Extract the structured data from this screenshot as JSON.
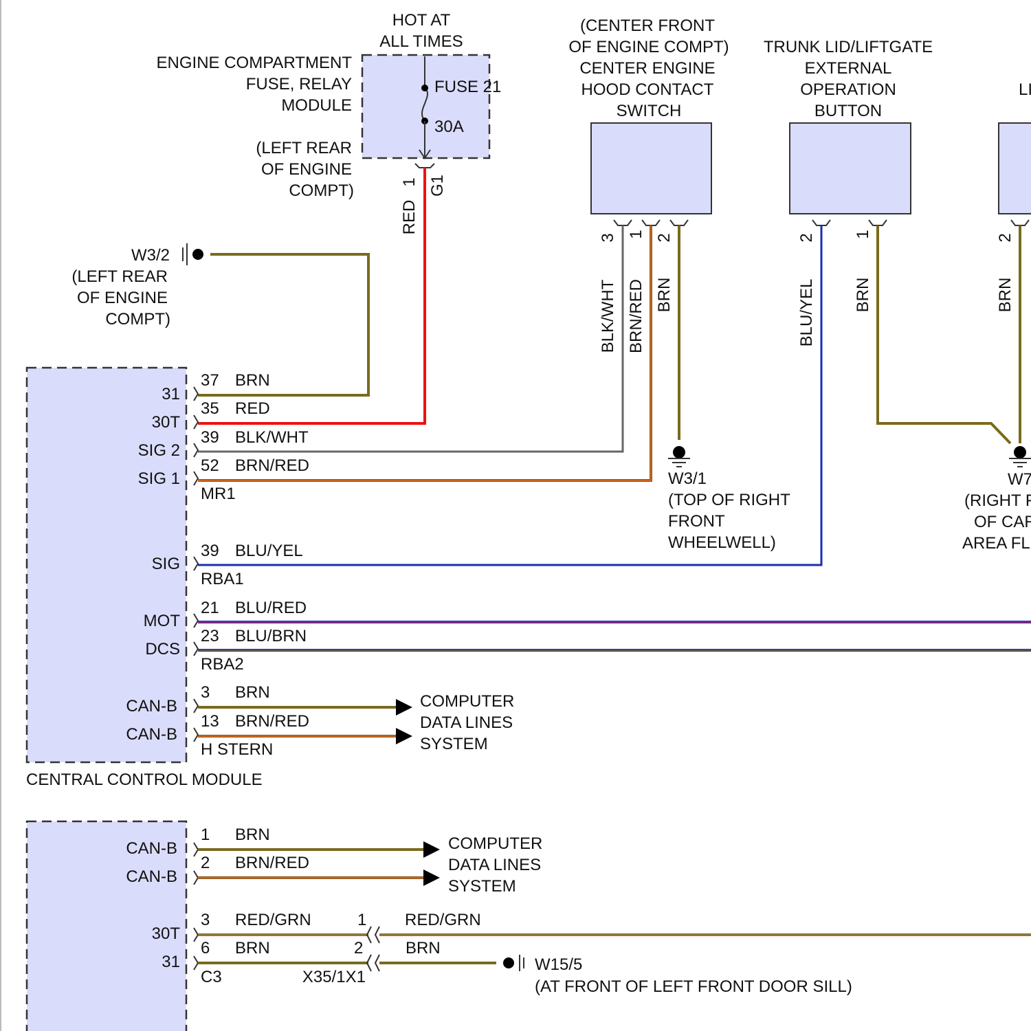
{
  "colors": {
    "box_fill": "#dadcfb",
    "box_stroke": "#333333",
    "brn": "#7a6a1c",
    "red": "#ee1111",
    "blk_wht": "#666666",
    "brn_red_main": "#8a5a20",
    "brn_red_stripe": "#e06a20",
    "blu": "#1a2fb0",
    "blu_red_stripe": "#cc2266",
    "red_grn_main": "#e05030"
  },
  "fuse_module": {
    "hot_label": [
      "HOT AT",
      "ALL TIMES"
    ],
    "name_lines": [
      "ENGINE COMPARTMENT",
      "FUSE, RELAY",
      "MODULE"
    ],
    "location_lines": [
      "(LEFT REAR",
      "OF ENGINE",
      "COMPT)"
    ],
    "fuse_name": "FUSE 21",
    "fuse_rating": "30A",
    "pin": "1",
    "connector": "G1",
    "wire_color": "RED"
  },
  "hood_switch": {
    "title_lines": [
      "(CENTER FRONT",
      "OF ENGINE COMPT)",
      "CENTER ENGINE",
      "HOOD CONTACT",
      "SWITCH"
    ],
    "pins": [
      {
        "pin": "3",
        "wire": "BLK/WHT"
      },
      {
        "pin": "1",
        "wire": "BRN/RED"
      },
      {
        "pin": "2",
        "wire": "BRN"
      }
    ]
  },
  "trunk_button": {
    "title_lines": [
      "TRUNK LID/LIFTGATE",
      "EXTERNAL",
      "OPERATION",
      "BUTTON"
    ],
    "pins": [
      {
        "pin": "2",
        "wire": "BLU/YEL"
      },
      {
        "pin": "1",
        "wire": "BRN"
      }
    ]
  },
  "right_component": {
    "title_partial": "LI",
    "pin": "2",
    "wire": "BRN"
  },
  "grounds": {
    "w3_2": {
      "name": "W3/2",
      "location_lines": [
        "(LEFT REAR",
        "OF ENGINE",
        "COMPT)"
      ]
    },
    "w3_1": {
      "name": "W3/1",
      "location_lines": [
        "(TOP OF RIGHT",
        "FRONT",
        "WHEELWELL)"
      ]
    },
    "w7": {
      "name": "W7",
      "location_lines": [
        "(RIGHT F",
        "OF CAR",
        "AREA FL"
      ]
    },
    "w15_5": {
      "name": "W15/5",
      "location": "(AT FRONT OF LEFT FRONT DOOR SILL)"
    }
  },
  "central_module": {
    "name": "CENTRAL CONTROL MODULE",
    "terminals": [
      {
        "label": "31",
        "pin": "37",
        "wire": "BRN"
      },
      {
        "label": "30T",
        "pin": "35",
        "wire": "RED"
      },
      {
        "label": "SIG 2",
        "pin": "39",
        "wire": "BLK/WHT"
      },
      {
        "label": "SIG 1",
        "pin": "52",
        "wire": "BRN/RED"
      },
      {
        "label": "SIG",
        "pin": "39",
        "wire": "BLU/YEL"
      },
      {
        "label": "MOT",
        "pin": "21",
        "wire": "BLU/RED"
      },
      {
        "label": "DCS",
        "pin": "23",
        "wire": "BLU/BRN"
      },
      {
        "label": "CAN-B",
        "pin": "3",
        "wire": "BRN"
      },
      {
        "label": "CAN-B",
        "pin": "13",
        "wire": "BRN/RED"
      }
    ],
    "connectors": [
      "MR1",
      "RBA1",
      "RBA2",
      "H STERN"
    ],
    "data_lines_label": [
      "COMPUTER",
      "DATA LINES",
      "SYSTEM"
    ]
  },
  "lower_module": {
    "terminals": [
      {
        "label": "CAN-B",
        "pin": "1",
        "wire": "BRN"
      },
      {
        "label": "CAN-B",
        "pin": "2",
        "wire": "BRN/RED"
      },
      {
        "label": "30T",
        "pin": "3",
        "wire": "RED/GRN",
        "splice_pin": "1",
        "far_wire": "RED/GRN"
      },
      {
        "label": "31",
        "pin": "6",
        "wire": "BRN",
        "splice_pin": "2",
        "far_wire": "BRN"
      }
    ],
    "connector": "C3",
    "splice_connector": "X35/1X1",
    "data_lines_label": [
      "COMPUTER",
      "DATA LINES",
      "SYSTEM"
    ]
  }
}
